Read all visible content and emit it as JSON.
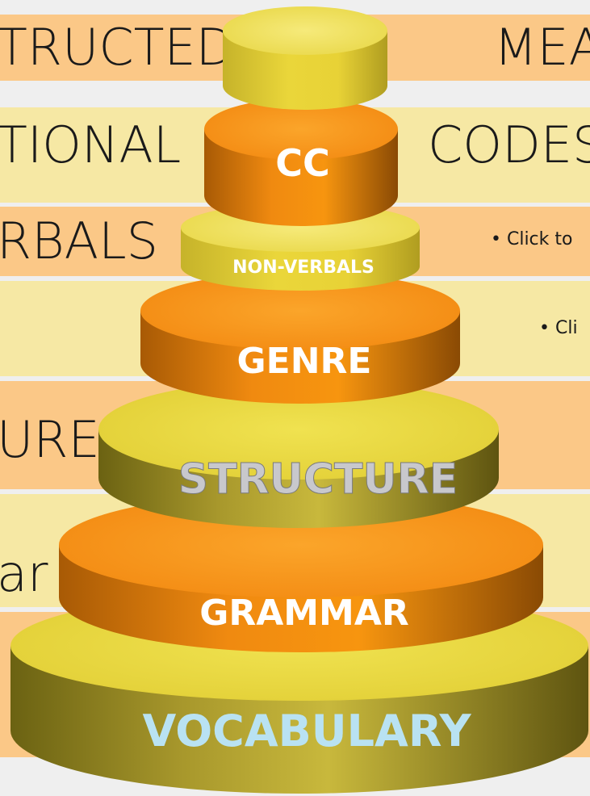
{
  "colors": {
    "band_orange": "#fbc887",
    "band_yellow": "#f6e8a4",
    "background": "#efefef",
    "tier_orange": "#f08a10",
    "tier_yellow": "#e6d13a",
    "tier_olive": "#b4a53a"
  },
  "bands": [
    {
      "text": "TRUCTED",
      "color": "orange"
    },
    {
      "text": "TIONAL",
      "color": "yellow"
    },
    {
      "text": "RBALS",
      "color": "orange"
    },
    {
      "text": "",
      "color": "yellow"
    },
    {
      "text": "URE",
      "color": "orange"
    },
    {
      "text": "ar",
      "color": "yellow"
    },
    {
      "text": "",
      "color": "orange"
    }
  ],
  "right_texts": {
    "mea": "MEA",
    "codes": "CODES"
  },
  "hints": {
    "hint1": "• Click to",
    "hint2": "• Cli"
  },
  "tiers": [
    {
      "name": "top-cap",
      "label": "",
      "style": "yellow"
    },
    {
      "name": "cc",
      "label": "CC",
      "style": "orange"
    },
    {
      "name": "non-verbals",
      "label": "NON-VERBALS",
      "style": "yellow"
    },
    {
      "name": "genre",
      "label": "GENRE",
      "style": "orange"
    },
    {
      "name": "structure",
      "label": "STRUCTURE",
      "style": "olive"
    },
    {
      "name": "grammar",
      "label": "GRAMMAR",
      "style": "orange"
    },
    {
      "name": "vocabulary",
      "label": "VOCABULARY",
      "style": "olive"
    }
  ]
}
